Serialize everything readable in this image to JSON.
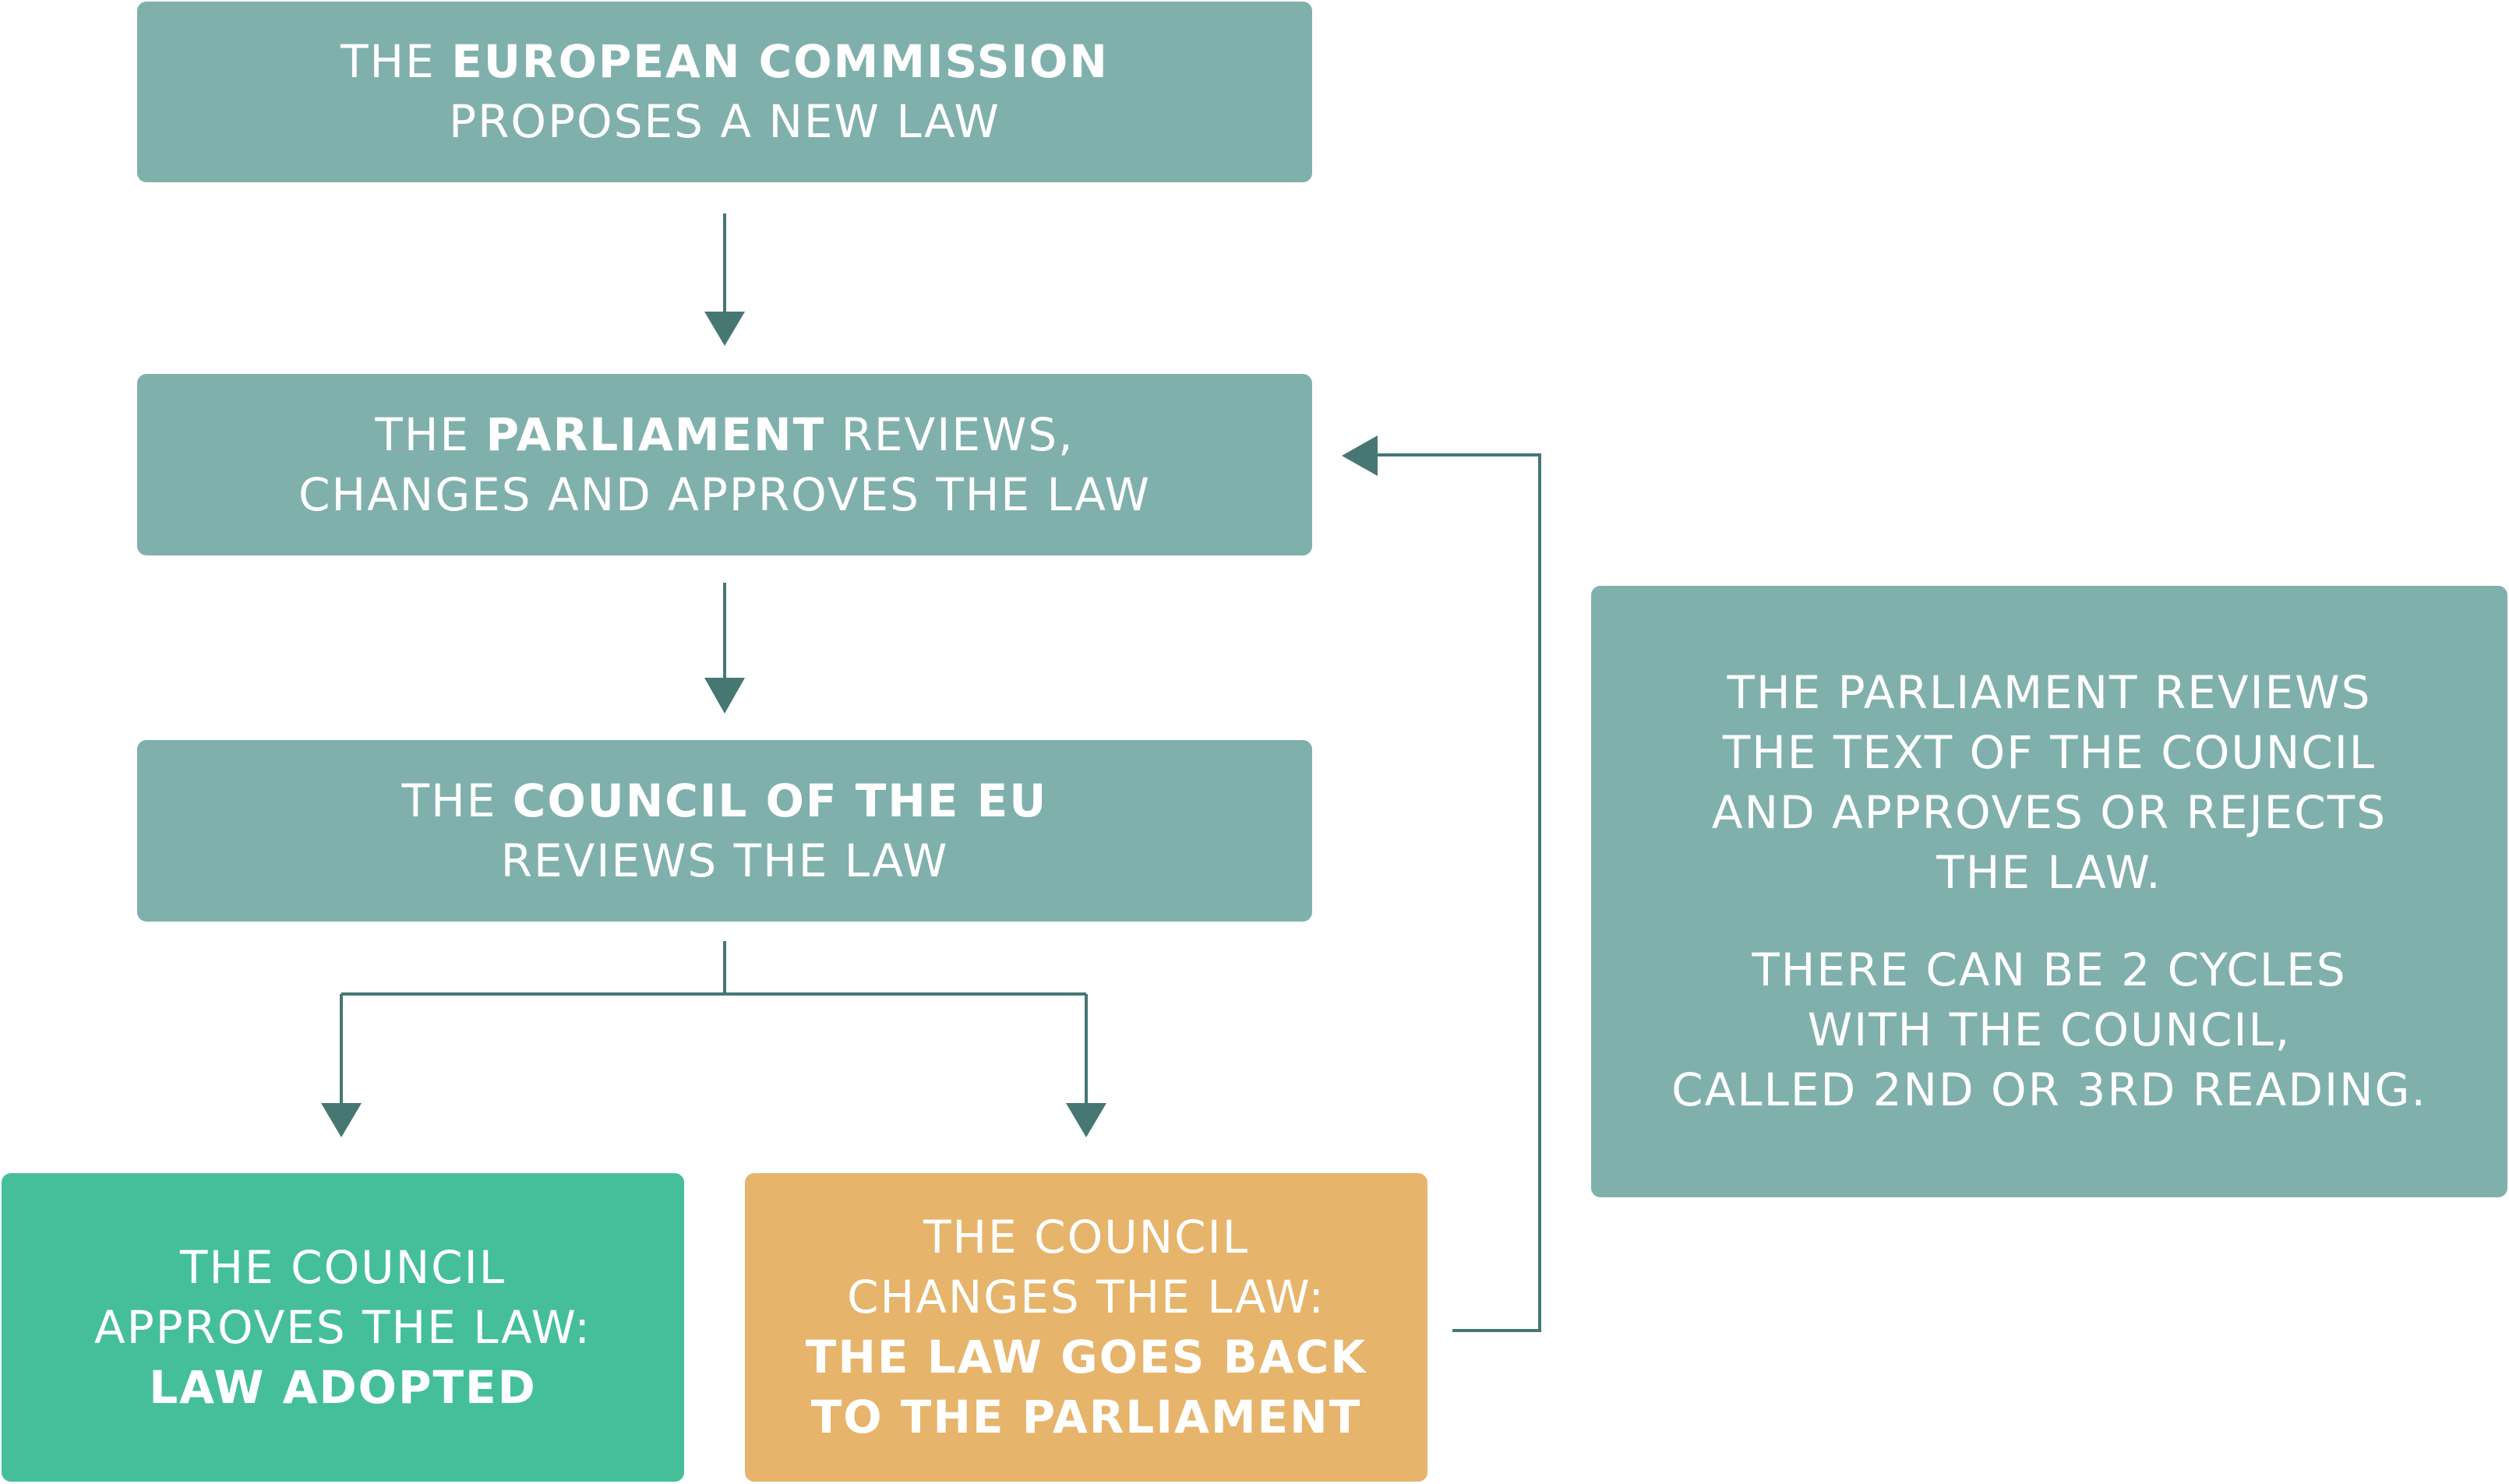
{
  "colors": {
    "step_box": "#80b0ac",
    "adopted_box": "#45bf9a",
    "returned_box": "#e6b46b",
    "connector": "#467773",
    "text": "#ffffff"
  },
  "boxes": {
    "commission": {
      "pre": "THE ",
      "bold": "EUROPEAN COMMISSION",
      "line2": "PROPOSES A NEW LAW"
    },
    "parliament": {
      "pre": "THE ",
      "bold": "PARLIAMENT",
      "post": " REVIEWS,",
      "line2": "CHANGES AND APPROVES THE LAW"
    },
    "council": {
      "pre": "THE ",
      "bold": "COUNCIL OF THE EU",
      "line2": "REVIEWS THE LAW"
    },
    "adopted": {
      "line1": "THE COUNCIL",
      "line2": "APPROVES THE LAW:",
      "bold": "LAW ADOPTED"
    },
    "returned": {
      "line1": "THE COUNCIL",
      "line2": "CHANGES THE LAW:",
      "bold1": "THE LAW GOES BACK",
      "bold2": "TO THE PARLIAMENT"
    },
    "note": {
      "p1": [
        "THE PARLIAMENT REVIEWS",
        "THE TEXT OF THE COUNCIL",
        "AND APPROVES OR REJECTS",
        "THE LAW."
      ],
      "p2": [
        "THERE CAN BE 2 CYCLES",
        "WITH THE COUNCIL,",
        "CALLED 2ND OR 3RD READING."
      ]
    }
  }
}
